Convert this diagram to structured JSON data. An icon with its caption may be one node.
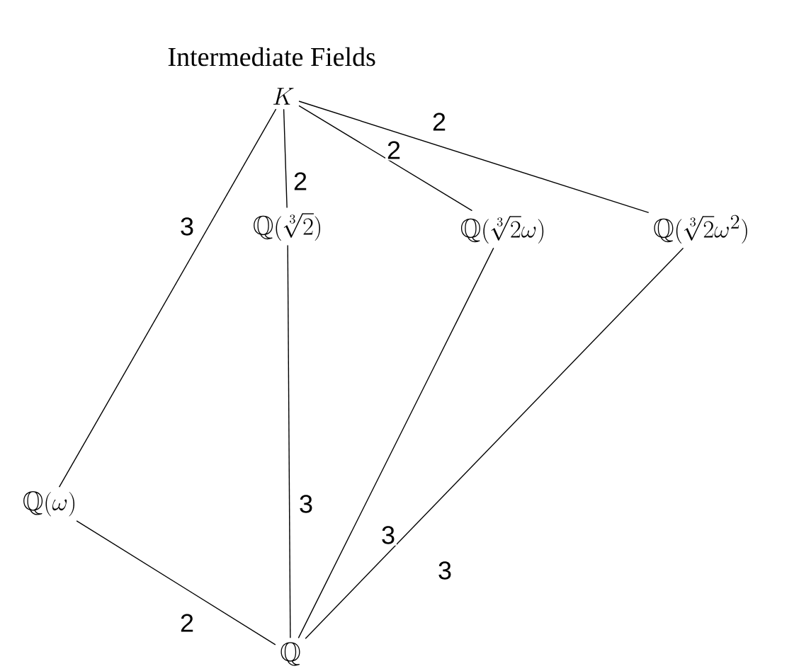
{
  "diagram": {
    "title": "Intermediate Fields",
    "nodes": [
      {
        "text": [
          "K"
        ]
      },
      {
        "text": [
          "\\mathbb{Q}(\\sqrt[3]{2})"
        ]
      },
      {
        "text": [
          "\\mathbb{Q}(\\sqrt[3]{2}\\omega)"
        ]
      },
      {
        "text": [
          "\\mathbb{Q}(\\sqrt[3]{2}\\omega^2)"
        ]
      },
      {
        "text": [
          "\\mathbb{Q}(\\omega)"
        ]
      },
      {
        "text": [
          "\\mathbb{Q}"
        ]
      }
    ],
    "edges": [
      {
        "from": 0,
        "to": 4,
        "arrow": "none",
        "label": "3"
      },
      {
        "from": 0,
        "to": 1,
        "arrow": "none",
        "label": "2"
      },
      {
        "from": 0,
        "to": 2,
        "arrow": "none",
        "label": "2"
      },
      {
        "from": 0,
        "to": 3,
        "arrow": "none",
        "label": "2"
      },
      {
        "from": 4,
        "to": 5,
        "arrow": "none",
        "label": "2"
      },
      {
        "from": 1,
        "to": 5,
        "arrow": "none",
        "label": "3"
      },
      {
        "from": 2,
        "to": 5,
        "arrow": "none",
        "label": "3"
      },
      {
        "from": 3,
        "to": 5,
        "arrow": "none",
        "label": "3"
      }
    ]
  }
}
